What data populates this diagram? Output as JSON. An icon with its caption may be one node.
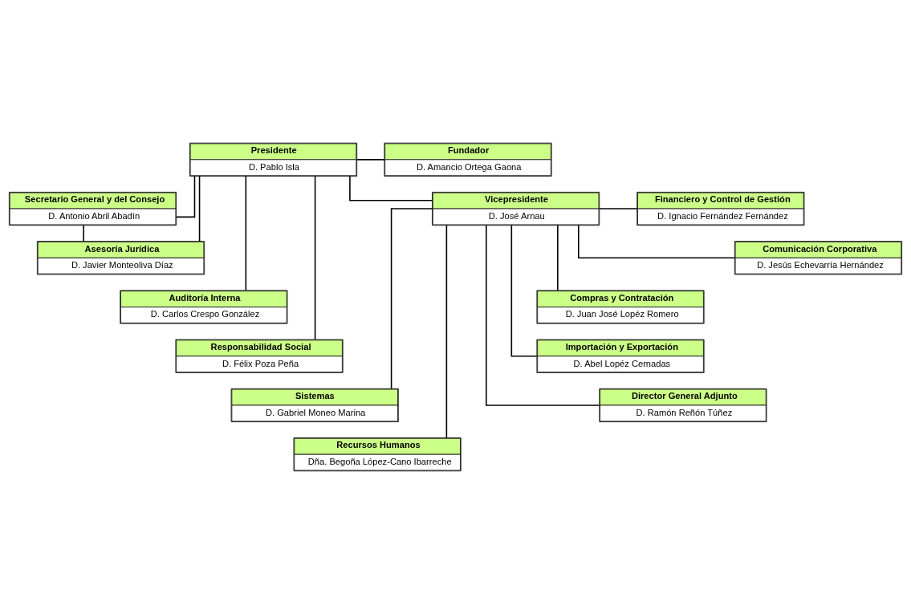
{
  "diagram": {
    "nodes": [
      {
        "text": [
          "Presidente",
          "D. Pablo Isla"
        ]
      },
      {
        "text": [
          "Fundador",
          "D. Amancio Ortega Gaona"
        ]
      },
      {
        "text": [
          "Secretario General y del Consejo",
          "D. Antonio Abril Abadín"
        ]
      },
      {
        "text": [
          "Vicepresidente",
          "D. José Arnau"
        ]
      },
      {
        "text": [
          "Financiero y Control de Gestión",
          "D. Ignacio Fernández Fernández"
        ]
      },
      {
        "text": [
          "Asesoría Jurídica",
          "D. Javier Monteoliva Díaz"
        ]
      },
      {
        "text": [
          "Comunicación Corporativa",
          "D. Jesús Echevarría Hernández"
        ]
      },
      {
        "text": [
          "Auditoría Interna",
          "D. Carlos Crespo González"
        ]
      },
      {
        "text": [
          "Compras y Contratación",
          "D. Juan José Lopéz Romero"
        ]
      },
      {
        "text": [
          "Responsabilidad Social",
          "D. Félix Poza Peña"
        ]
      },
      {
        "text": [
          "Importación y Exportación",
          "D. Abel Lopéz Cernadas"
        ]
      },
      {
        "text": [
          "Sistemas",
          "D. Gabriel Moneo Marina"
        ]
      },
      {
        "text": [
          "Director General Adjunto",
          "D. Ramón Reñón Túñez"
        ]
      },
      {
        "text": [
          "Recursos Humanos",
          "Dña. Begoña López-Cano Ibarreche"
        ]
      }
    ],
    "edges": [
      {
        "from": 0,
        "to": 1,
        "arrow": "none"
      },
      {
        "from": 0,
        "to": 3,
        "arrow": "none"
      },
      {
        "from": 0,
        "to": 2,
        "arrow": "none"
      },
      {
        "from": 0,
        "to": 5,
        "arrow": "none"
      },
      {
        "from": 0,
        "to": 7,
        "arrow": "none"
      },
      {
        "from": 0,
        "to": 9,
        "arrow": "none"
      },
      {
        "from": 2,
        "to": 5,
        "arrow": "none"
      },
      {
        "from": 3,
        "to": 4,
        "arrow": "none"
      },
      {
        "from": 3,
        "to": 6,
        "arrow": "none"
      },
      {
        "from": 3,
        "to": 8,
        "arrow": "none"
      },
      {
        "from": 3,
        "to": 10,
        "arrow": "none"
      },
      {
        "from": 3,
        "to": 12,
        "arrow": "none"
      },
      {
        "from": 3,
        "to": 11,
        "arrow": "none"
      },
      {
        "from": 3,
        "to": 13,
        "arrow": "none"
      }
    ]
  }
}
